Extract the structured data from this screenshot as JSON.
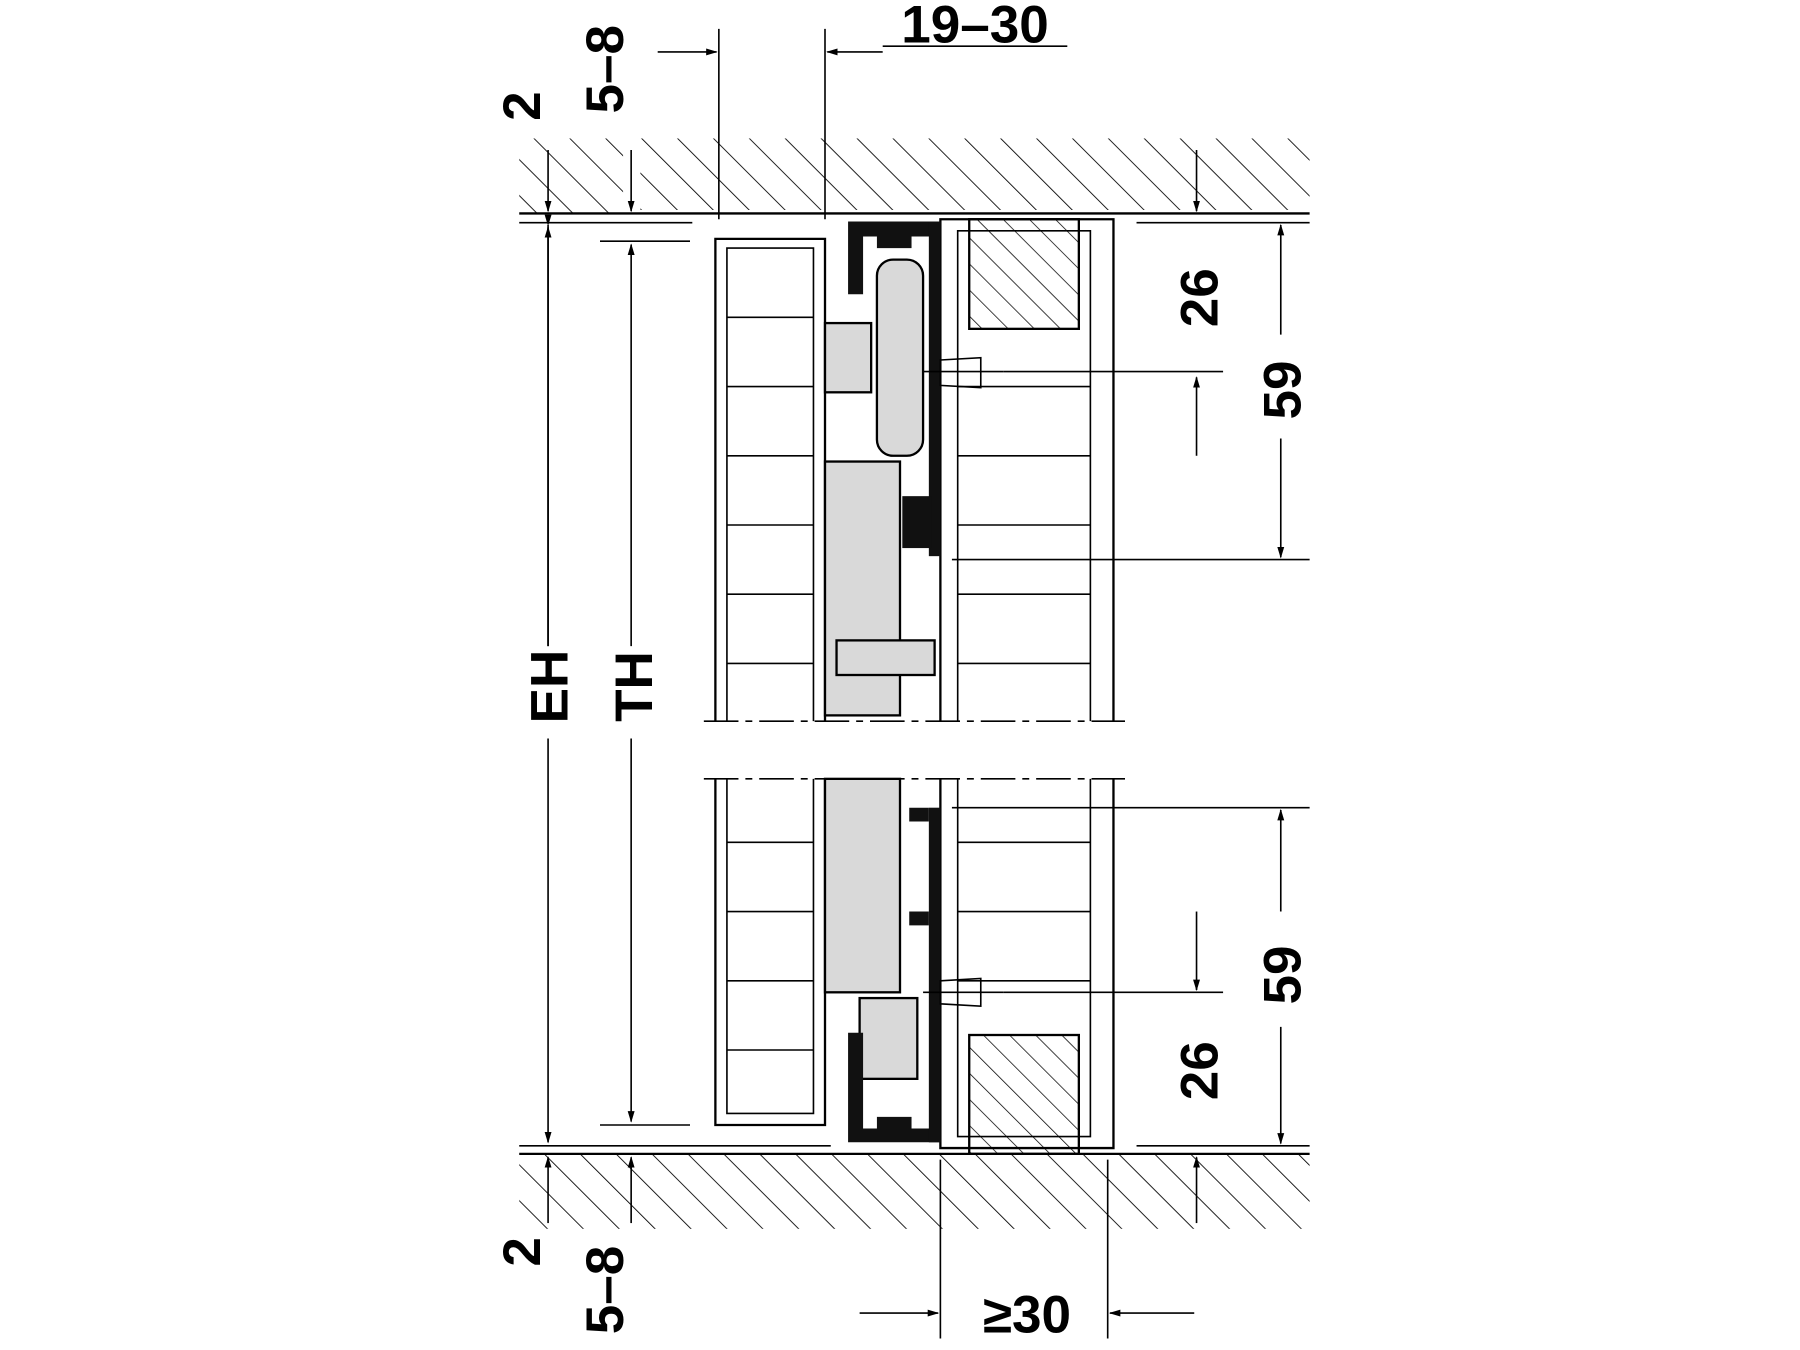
{
  "drawing": {
    "labels": {
      "top_gap": "2",
      "top_clearance": "5–8",
      "track_depth": "19–30",
      "eh": "EH",
      "th": "TH",
      "top_block": "26",
      "top_fixing": "59",
      "bottom_fixing": "59",
      "bottom_block": "26",
      "bottom_gap": "2",
      "bottom_clearance": "5–8",
      "min_width": "≥30"
    },
    "colors": {
      "line": "#000000",
      "fill": "#d9d9d9",
      "background": "#ffffff"
    }
  }
}
